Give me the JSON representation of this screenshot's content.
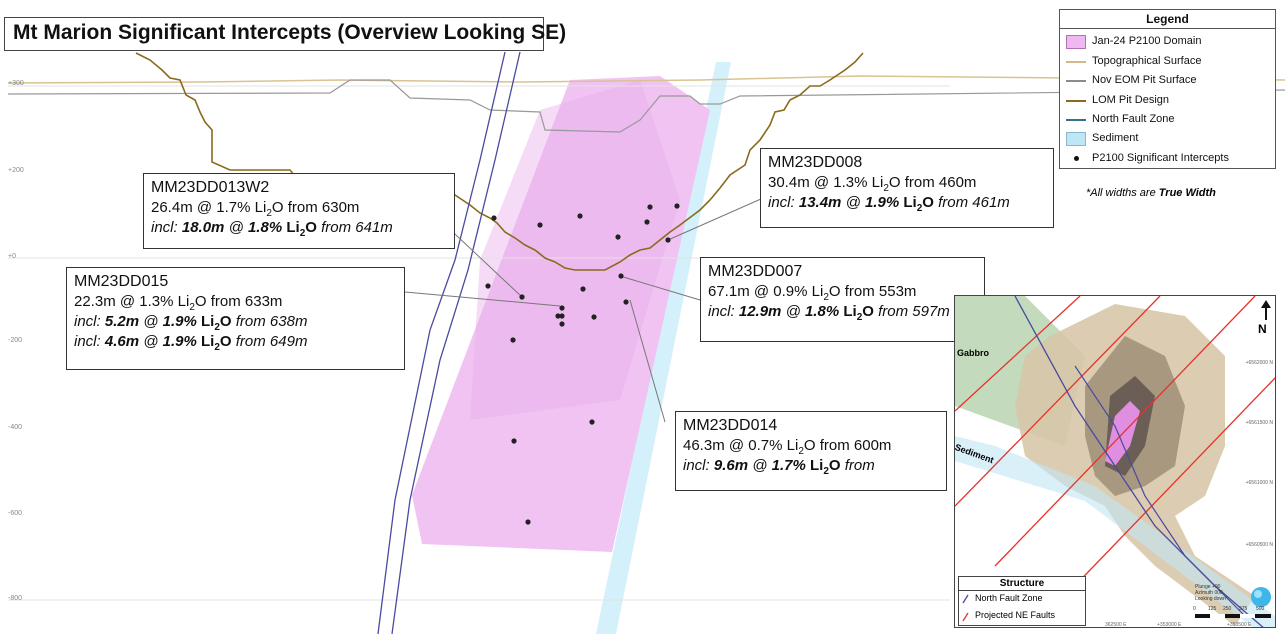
{
  "title": "Mt Marion Significant Intercepts (Overview Looking SE)",
  "axis_labels": [
    "+200",
    "+0",
    "-200",
    "-400",
    "-600",
    "-800"
  ],
  "colors": {
    "domain": "#f0b8f0",
    "topo": "#d2b98a",
    "nov_pit": "#8c8c8c",
    "lom_pit": "#8a6a1c",
    "fault": "#3a6f8a",
    "sediment": "#bfe6f5",
    "fault_line": "#5a55a5",
    "ne_faults": "#e8312a"
  },
  "legend": {
    "header": "Legend",
    "items": [
      {
        "label": "Jan-24 P2100 Domain"
      },
      {
        "label": "Topographical Surface"
      },
      {
        "label": "Nov EOM Pit Surface"
      },
      {
        "label": "LOM Pit Design"
      },
      {
        "label": "North Fault Zone"
      },
      {
        "label": "Sediment"
      },
      {
        "label": "P2100 Significant Intercepts"
      }
    ]
  },
  "note": {
    "prefix": "*All widths are ",
    "bold": "True Width"
  },
  "callouts": [
    {
      "hole": "MM23DD013W2",
      "main": {
        "len": "26.4m",
        "grade": "1.7%",
        "from": "630m"
      },
      "incl": [
        {
          "len": "18.0m",
          "grade": "1.8%",
          "from": "641m"
        }
      ]
    },
    {
      "hole": "MM23DD008",
      "main": {
        "len": "30.4m",
        "grade": "1.3%",
        "from": "460m"
      },
      "incl": [
        {
          "len": "13.4m",
          "grade": "1.9%",
          "from": "461m"
        }
      ]
    },
    {
      "hole": "MM23DD015",
      "main": {
        "len": "22.3m",
        "grade": "1.3%",
        "from": "633m"
      },
      "incl": [
        {
          "len": "5.2m",
          "grade": "1.9%",
          "from": "638m"
        },
        {
          "len": "4.6m",
          "grade": "1.9%",
          "from": "649m"
        }
      ]
    },
    {
      "hole": "MM23DD007",
      "main": {
        "len": "67.1m",
        "grade": "0.9%",
        "from": "553m"
      },
      "incl": [
        {
          "len": "12.9m",
          "grade": "1.8%",
          "from": "597m"
        }
      ]
    },
    {
      "hole": "MM23DD014",
      "main": {
        "len": "46.3m",
        "grade": "0.7%",
        "from": "600m"
      },
      "incl": [
        {
          "len": "9.6m",
          "grade": "1.7%",
          "from": ""
        }
      ]
    }
  ],
  "text_tokens": {
    "at": "@",
    "li": "Li",
    "sub2": "2",
    "o": "O",
    "from_word": "from",
    "incl_word": "incl:"
  },
  "inset": {
    "north": "N",
    "gabbro": "Gabbro",
    "sediment": "Sediment",
    "ticks_right": [
      "+6562000 N",
      "+6561500 N",
      "+6561000 N",
      "+6560500 N"
    ],
    "ticks_bottom": [
      "362500 E",
      "+353000 E",
      "+353500 E"
    ],
    "view": [
      "Plunge +90",
      "Azimuth 000",
      "Looking down"
    ],
    "scale": [
      "0",
      "125",
      "250",
      "375",
      "500"
    ],
    "structure": {
      "header": "Structure",
      "items": [
        "North Fault Zone",
        "Projected NE Faults"
      ]
    }
  }
}
